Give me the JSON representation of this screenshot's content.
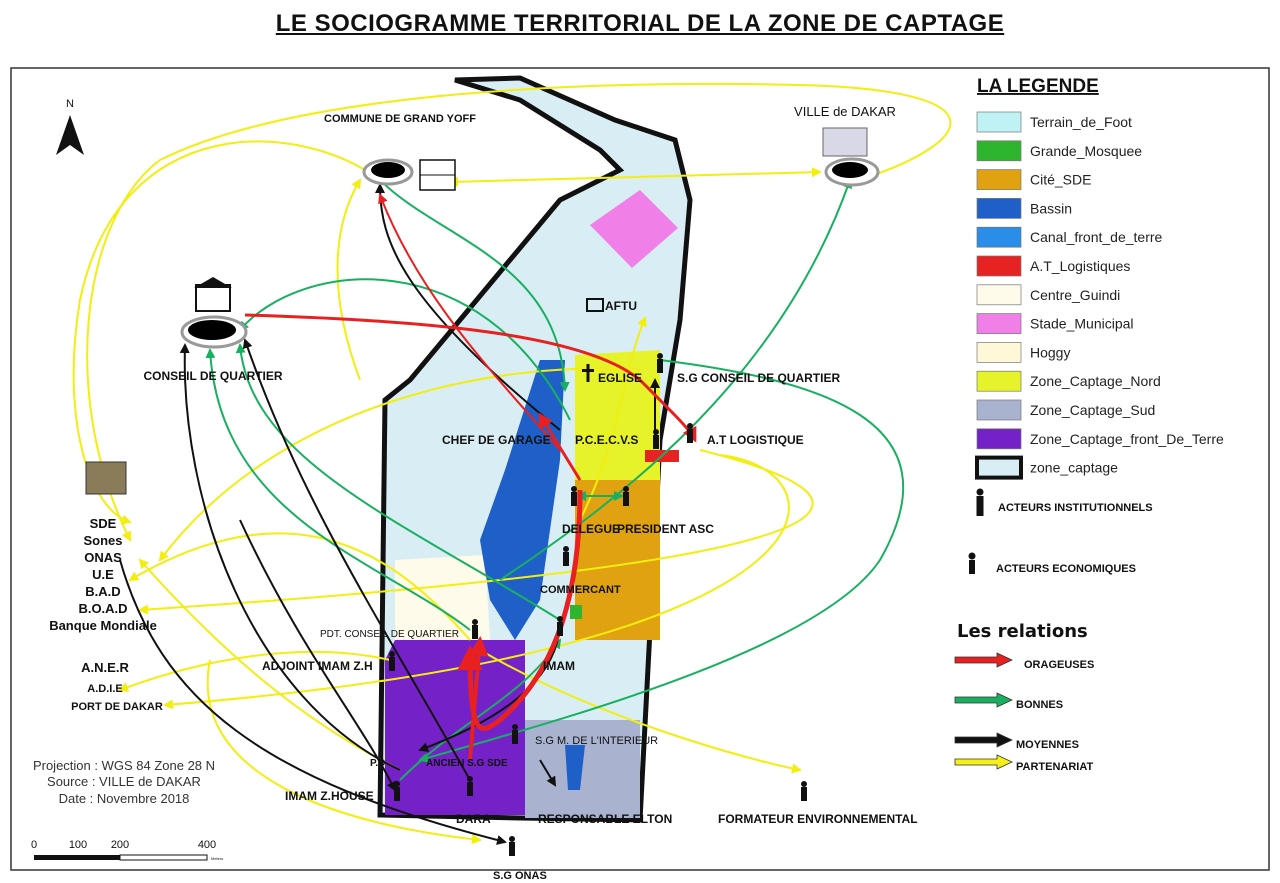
{
  "title": "LE SOCIOGRAMME TERRITORIAL DE LA ZONE DE CAPTAGE",
  "north": "N",
  "legend": {
    "title": "LA LEGENDE",
    "items": [
      {
        "label": "Terrain_de_Foot",
        "color": "#bff2f4"
      },
      {
        "label": "Grande_Mosquee",
        "color": "#2fb52d"
      },
      {
        "label": "Cité_SDE",
        "color": "#e0a210"
      },
      {
        "label": "Bassin",
        "color": "#1f5fc8"
      },
      {
        "label": "Canal_front_de_terre",
        "color": "#2a8de8"
      },
      {
        "label": "A.T_Logistiques",
        "color": "#e62222"
      },
      {
        "label": "Centre_Guindi",
        "color": "#fffbea"
      },
      {
        "label": "Stade_Municipal",
        "color": "#f07fe8"
      },
      {
        "label": "Hoggy",
        "color": "#fff8d8"
      },
      {
        "label": "Zone_Captage_Nord",
        "color": "#e6f22a"
      },
      {
        "label": "Zone_Captage_Sud",
        "color": "#a9b2cf"
      },
      {
        "label": "Zone_Captage_front_De_Terre",
        "color": "#7422c8"
      },
      {
        "label": "zone_captage",
        "color": "#d9eef4"
      }
    ],
    "actor_institutional": "ACTEURS INSTITUTIONNELS",
    "actor_economic": "ACTEURS ECONOMIQUES"
  },
  "relations": {
    "title": "Les relations",
    "items": [
      {
        "label": "ORAGEUSES",
        "color": "#e82020"
      },
      {
        "label": "BONNES",
        "color": "#18b060"
      },
      {
        "label": "MOYENNES",
        "color": "#111111"
      },
      {
        "label": "PARTENARIAT",
        "color": "#f4f018"
      }
    ]
  },
  "places": {
    "commune": "COMMUNE DE GRAND YOFF",
    "ville": "VILLE de DAKAR",
    "conseil": "CONSEIL DE QUARTIER",
    "aftu": "AFTU",
    "eglise": "EGLISE",
    "sg_conseil": "S.G CONSEIL DE QUARTIER",
    "chef_garage": "CHEF DE GARAGE",
    "pcecvs": "P.C.E.C.V.S",
    "at_logistique": "A.T LOGISTIQUE",
    "delegue": "DELEGUE",
    "president_asc": "PRESIDENT ASC",
    "commercant": "COMMERCANT",
    "pdt_conseil": "PDT. CONSEIL DE QUARTIER",
    "adjoint_imam": "ADJOINT IMAM Z.H",
    "imam": "IMAM",
    "sg_interieur": "S.G M. DE L'INTERIEUR",
    "pd": "P.D",
    "ancien_sg_sde": "ANCIEN S.G SDE",
    "imam_house": "IMAM Z.HOUSE",
    "dara": "DARA",
    "responsable": "RESPONSABLE ELTON",
    "formateur": "FORMATEUR ENVIRONNEMENTAL",
    "sg_onas": "S.G ONAS"
  },
  "partners": [
    "SDE",
    "Sones",
    "ONAS",
    "U.E",
    "B.A.D",
    "B.O.A.D",
    "Banque Mondiale"
  ],
  "partners2": [
    "A.N.E.R",
    "A.D.I.E",
    "PORT DE DAKAR"
  ],
  "projection": {
    "line1": "Projection : WGS 84 Zone 28 N",
    "line2": "Source : VILLE de DAKAR",
    "line3": "Date : Novembre 2018"
  },
  "scale": {
    "ticks": [
      "0",
      "100",
      "200",
      "400"
    ],
    "unit": "Meters"
  }
}
